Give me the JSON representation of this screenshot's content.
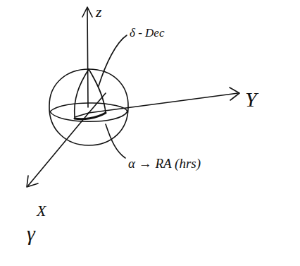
{
  "diagram": {
    "labels": [
      "z",
      "δ - Dec",
      "Y",
      "α → RA (hrs)",
      "X",
      "γ"
    ]
  }
}
